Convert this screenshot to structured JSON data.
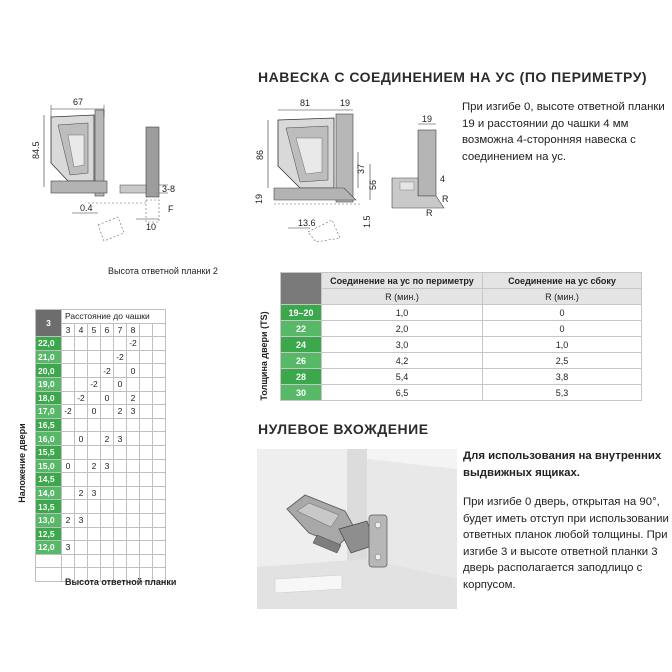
{
  "heading_miter": "НАВЕСКА С СОЕДИНЕНИЕМ НА УС (ПО ПЕРИМЕТРУ)",
  "paragraph_miter": [
    "При изгибе 0, высоте ответной планки",
    "19 и расстоянии до чашки 4 мм",
    "возможна 4-сторонняя навеска с",
    "соединением на ус."
  ],
  "drawing_left": {
    "dims": [
      "67",
      "84.5",
      "3-8",
      "F",
      "0.4",
      "10"
    ],
    "caption": "Высота ответной планки 2"
  },
  "drawing_mid": {
    "dims": [
      "81",
      "19",
      "86",
      "37",
      "56",
      "19",
      "13.6",
      "1.5"
    ]
  },
  "drawing_right": {
    "dims": [
      "19",
      "4",
      "R",
      "R"
    ]
  },
  "overlay_table": {
    "corner": "3",
    "header": "Расстояние до чашки",
    "columns": [
      "3",
      "4",
      "5",
      "6",
      "7",
      "8",
      "",
      ""
    ],
    "rows": [
      {
        "label": "22,0",
        "cells": [
          "",
          "",
          "",
          "",
          "",
          "-2",
          "",
          ""
        ]
      },
      {
        "label": "21,0",
        "cells": [
          "",
          "",
          "",
          "",
          "-2",
          "",
          "",
          ""
        ]
      },
      {
        "label": "20,0",
        "cells": [
          "",
          "",
          "",
          "-2",
          "",
          "0",
          "",
          ""
        ]
      },
      {
        "label": "19,0",
        "cells": [
          "",
          "",
          "-2",
          "",
          "0",
          "",
          "",
          ""
        ]
      },
      {
        "label": "18,0",
        "cells": [
          "",
          "-2",
          "",
          "0",
          "",
          "2",
          "",
          ""
        ]
      },
      {
        "label": "17,0",
        "cells": [
          "-2",
          "",
          "0",
          "",
          "2",
          "3",
          "",
          ""
        ]
      },
      {
        "label": "16,5",
        "cells": [
          "",
          "",
          "",
          "",
          "",
          "",
          "",
          ""
        ]
      },
      {
        "label": "16,0",
        "cells": [
          "",
          "0",
          "",
          "2",
          "3",
          "",
          "",
          ""
        ]
      },
      {
        "label": "15,5",
        "cells": [
          "",
          "",
          "",
          "",
          "",
          "",
          "",
          ""
        ]
      },
      {
        "label": "15,0",
        "cells": [
          "0",
          "",
          "2",
          "3",
          "",
          "",
          "",
          ""
        ]
      },
      {
        "label": "14,5",
        "cells": [
          "",
          "",
          "",
          "",
          "",
          "",
          "",
          ""
        ]
      },
      {
        "label": "14,0",
        "cells": [
          "",
          "2",
          "3",
          "",
          "",
          "",
          "",
          ""
        ]
      },
      {
        "label": "13,5",
        "cells": [
          "",
          "",
          "",
          "",
          "",
          "",
          "",
          ""
        ]
      },
      {
        "label": "13,0",
        "cells": [
          "2",
          "3",
          "",
          "",
          "",
          "",
          "",
          ""
        ]
      },
      {
        "label": "12,5",
        "cells": [
          "",
          "",
          "",
          "",
          "",
          "",
          "",
          ""
        ]
      },
      {
        "label": "12,0",
        "cells": [
          "3",
          "",
          "",
          "",
          "",
          "",
          "",
          ""
        ]
      },
      {
        "label": "",
        "cells": [
          "",
          "",
          "",
          "",
          "",
          "",
          "",
          ""
        ]
      },
      {
        "label": "",
        "cells": [
          "",
          "",
          "",
          "",
          "",
          "",
          "",
          ""
        ]
      }
    ],
    "vertical_label": "Наложение двери",
    "bottom_label": "Высота ответной планки"
  },
  "radius_table": {
    "vertical_label": "Толщина двери (TS)",
    "col_headers": [
      "Соединение на ус по периметру",
      "Соединение на ус сбоку"
    ],
    "sub_headers": [
      "R (мин.)",
      "R (мин.)"
    ],
    "rows": [
      {
        "label": "19–20",
        "c1": "1,0",
        "c2": "0"
      },
      {
        "label": "22",
        "c1": "2,0",
        "c2": "0"
      },
      {
        "label": "24",
        "c1": "3,0",
        "c2": "1,0"
      },
      {
        "label": "26",
        "c1": "4,2",
        "c2": "2,5"
      },
      {
        "label": "28",
        "c1": "5,4",
        "c2": "3,8"
      },
      {
        "label": "30",
        "c1": "6,5",
        "c2": "5,3"
      }
    ]
  },
  "heading_zero": "НУЛЕВОЕ ВХОЖДЕНИЕ",
  "zero_bold": [
    "Для использования на внутренних",
    "выдвижных ящиках."
  ],
  "zero_paragraph": [
    "При изгибе 0 дверь, открытая на 90°,",
    "будет иметь отступ при использовании",
    "ответных планок любой толщины. При",
    "изгибе 3 и высоте ответной планки 3",
    "дверь располагается заподлицо с",
    "корпусом."
  ],
  "colors": {
    "green": "#3aa84b",
    "green_light": "#57b968",
    "gray_dark": "#6d6d6d",
    "header_gray": "#e4e4e4",
    "metal": "#9a9a9a"
  }
}
